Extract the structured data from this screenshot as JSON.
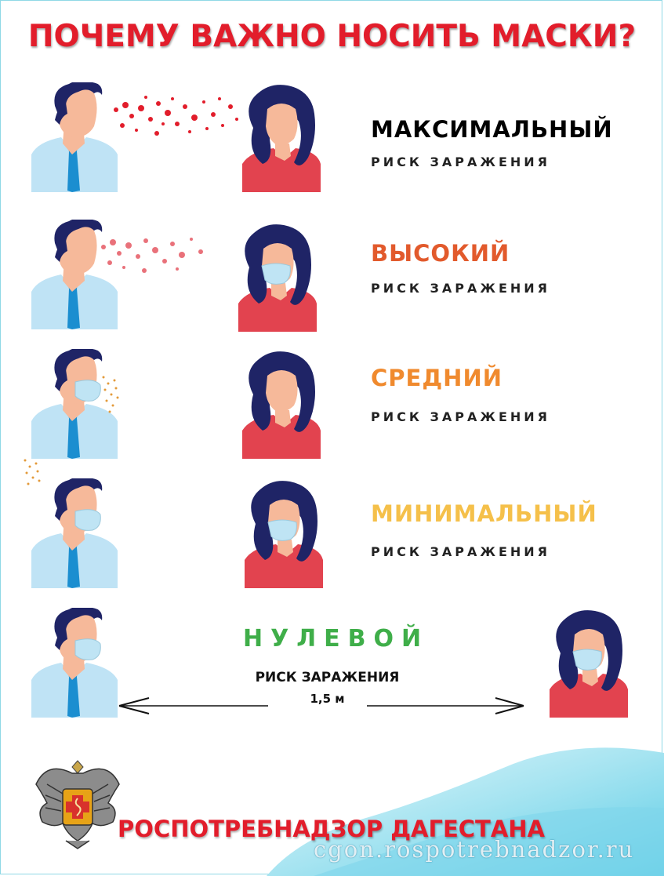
{
  "title": "ПОЧЕМУ ВАЖНО НОСИТЬ МАСКИ?",
  "rows": [
    {
      "level": "МАКСИМАЛЬНЫЙ",
      "subtitle": "РИСК ЗАРАЖЕНИЯ",
      "color": "#e21d2b"
    },
    {
      "level": "ВЫСОКИЙ",
      "subtitle": "РИСК ЗАРАЖЕНИЯ",
      "color": "#e25a2c"
    },
    {
      "level": "СРЕДНИЙ",
      "subtitle": "РИСК ЗАРАЖЕНИЯ",
      "color": "#f08a2e"
    },
    {
      "level": "МИНИМАЛЬНЫЙ",
      "subtitle": "РИСК ЗАРАЖЕНИЯ",
      "color": "#f5c04a"
    }
  ],
  "zero": {
    "level": "НУЛЕВОЙ",
    "subtitle": "РИСК ЗАРАЖЕНИЯ",
    "distance": "1,5 м",
    "color": "#3fae49"
  },
  "footer": {
    "org": "РОСПОТРЕБНАДЗОР  ДАГЕСТАНА",
    "site": "cgon.rospotrebnadzor.ru"
  },
  "colors": {
    "title": "#e21d2b",
    "shirt_man": "#bfe3f5",
    "tie": "#1b8ed0",
    "hair": "#1f2466",
    "skin": "#f6b99a",
    "shirt_woman": "#e2434f",
    "mask": "#bfe4f4"
  }
}
